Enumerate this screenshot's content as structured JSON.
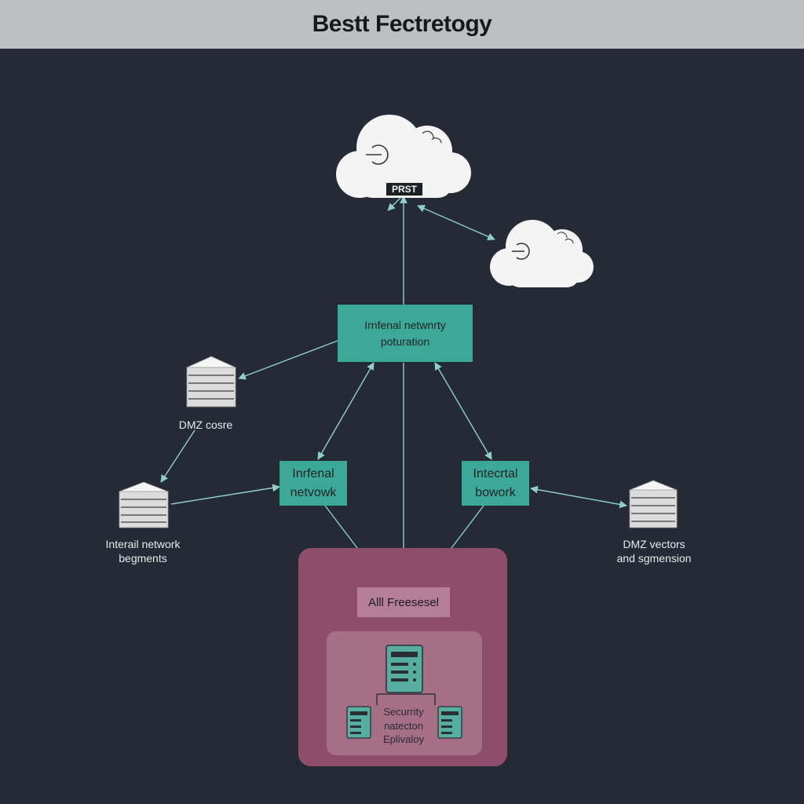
{
  "header": {
    "title": "Bestt Fectretogy"
  },
  "cloud": {
    "tag": "PRST"
  },
  "boxes": {
    "top": "Irnfenal netwnrty\npoturation",
    "left": "Inrfenal\nnetvowk",
    "right": "Intecrtal\nbowork"
  },
  "servers": {
    "dmz": "DMZ cosre",
    "segments": "Interail network\nbegments",
    "vectors": "DMZ vectors\nand sgmension"
  },
  "zone": {
    "firewall": "Alll Freesesel",
    "security": "Securrity\nnatecton\nEplivaloy"
  },
  "colors": {
    "background": "#252b36",
    "accent": "#3ba898",
    "zone": "#8e4d68",
    "arrow": "#8fd0c6"
  }
}
